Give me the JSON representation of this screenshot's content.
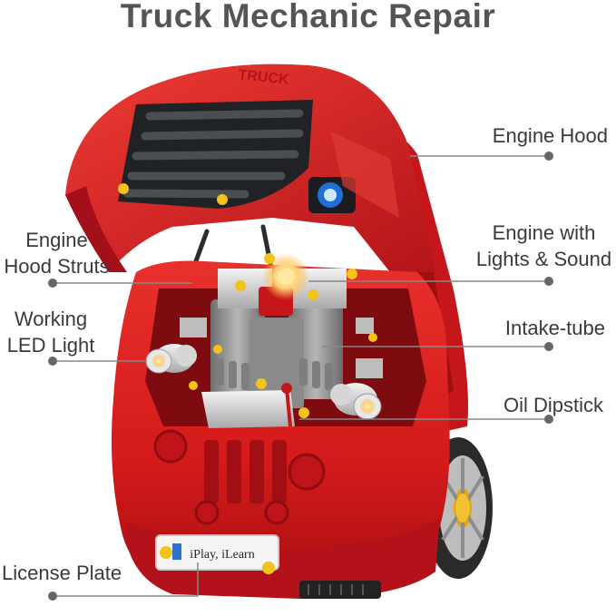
{
  "title": "Truck Mechanic Repair",
  "truck": {
    "hood_text": "TRUCK",
    "license_plate_text": "iPlay, iLearn"
  },
  "callouts": {
    "engine_hood": "Engine Hood",
    "engine_hood_struts": [
      "Engine",
      "Hood Struts"
    ],
    "engine_lights_sound": [
      "Engine with",
      "Lights & Sound"
    ],
    "working_led_light": [
      "Working",
      "LED Light"
    ],
    "intake_tube": "Intake-tube",
    "oil_dipstick": "Oil Dipstick",
    "license_plate": "License Plate"
  },
  "colors": {
    "truck_red": "#d81c1c",
    "truck_dark_red": "#9e0f12",
    "engine_gray": "#9a9a9a",
    "callout_line": "#888888",
    "title_text": "#555555"
  }
}
